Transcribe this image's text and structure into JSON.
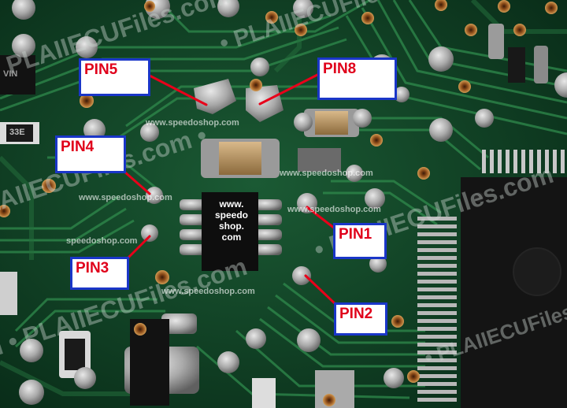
{
  "pins": {
    "pin5": "PIN5",
    "pin8": "PIN8",
    "pin4": "PIN4",
    "pin3": "PIN3",
    "pin1": "PIN1",
    "pin2": "PIN2"
  },
  "chip": {
    "line1": "www.",
    "line2": "speedo",
    "line3": "shop.",
    "line4": "com"
  },
  "watermarks": {
    "speedoshop_www": "www.speedoshop.com",
    "speedoshop": "speedoshop.com",
    "plaiecu": "• PLAIIECUFiles.com •",
    "plaiecu2": "• PLAIIECUFiles.com •",
    "plaiecu3": "PLAIIECUFiles.com •",
    "plaiecu4": "• PLAIIECUFiles.com",
    "plaiecu5": "com • PLAIIECUFiles.com",
    "plaiecu6": "• PLAIIECUFiles.com •"
  },
  "component_marks": {
    "left_ic": "VIN",
    "left_resistor": "33E"
  },
  "colors": {
    "label_border": "#1a36c8",
    "label_text": "#e0001b",
    "pointer_line": "#e8001a",
    "board": "#0c3a22",
    "trace": "#2f8a4c"
  }
}
